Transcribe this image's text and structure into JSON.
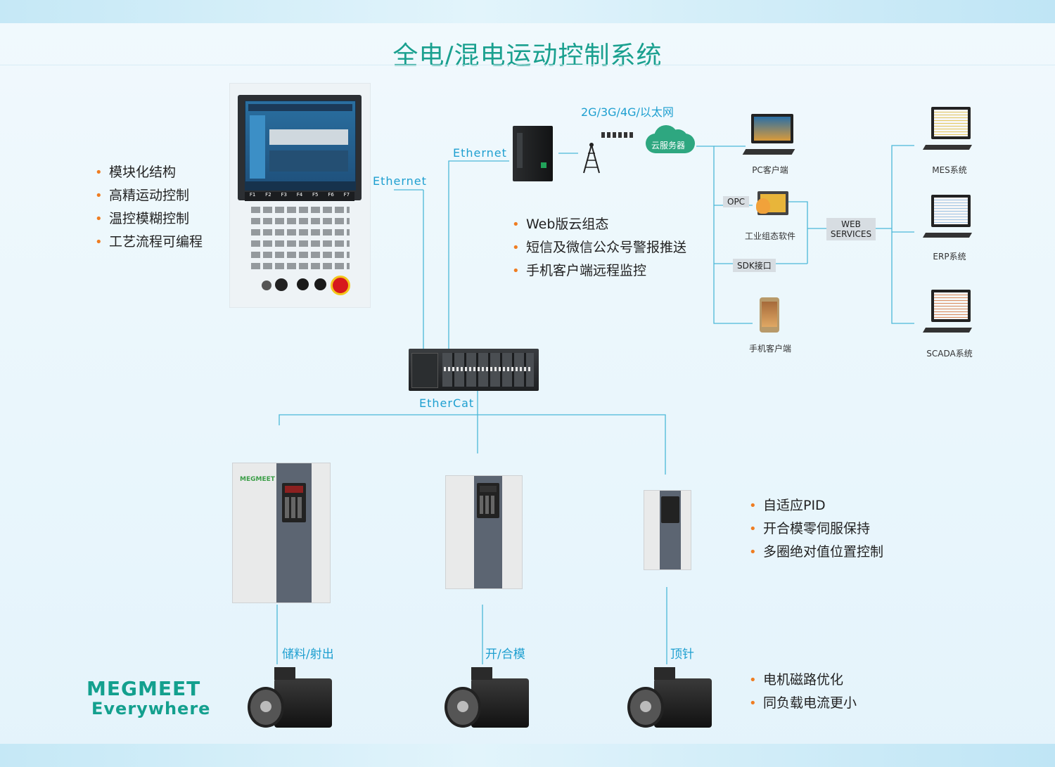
{
  "title": "全电/混电运动控制系统",
  "left_features": [
    "模块化结构",
    "高精运动控制",
    "温控模糊控制",
    "工艺流程可编程"
  ],
  "cloud_features": [
    "Web版云组态",
    "短信及微信公众号警报推送",
    "手机客户端远程监控"
  ],
  "drive_features": [
    "自适应PID",
    "开合模零伺服保持",
    "多圈绝对值位置控制"
  ],
  "motor_features": [
    "电机磁路优化",
    "同负载电流更小"
  ],
  "network": {
    "ethernet_1": "Ethernet",
    "ethernet_2": "Ethernet",
    "ethercat": "EtherCat",
    "wireless": "2G/3G/4G/以太网",
    "cloud": "云服务器",
    "opc": "OPC",
    "sdk": "SDK接口",
    "web_services": "WEB SERVICES"
  },
  "clients": {
    "pc": "PC客户端",
    "industrial": "工业组态软件",
    "mobile": "手机客户端",
    "mes": "MES系统",
    "erp": "ERP系统",
    "scada": "SCADA系统"
  },
  "axes": [
    "储料/射出",
    "开/合模",
    "顶针"
  ],
  "hmi_keys": [
    "F1",
    "F2",
    "F3",
    "F4",
    "F5",
    "F6",
    "F7"
  ],
  "drive_brand": "MEGMEET",
  "brand": {
    "line1": "MEGMEET",
    "line2": "Everywhere"
  },
  "colors": {
    "accent": "#1aa08f",
    "line": "#4bb8d8",
    "bullet": "#ef7d22",
    "network_text": "#1e9fd0"
  }
}
